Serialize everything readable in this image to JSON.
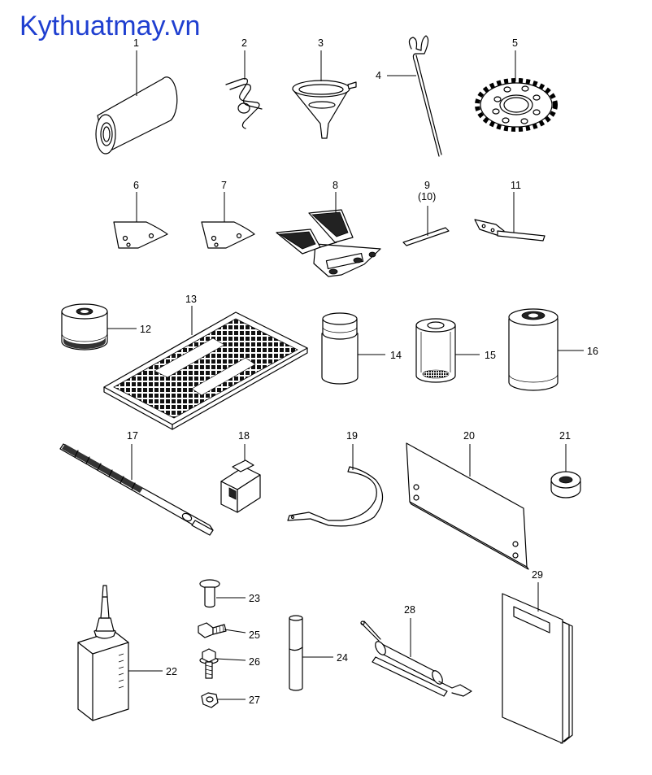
{
  "watermark": "Kythuatmay.vn",
  "colors": {
    "watermark": "#1f3fd0",
    "line": "#000000",
    "background": "#ffffff"
  },
  "labels": {
    "p1": "1",
    "p2": "2",
    "p3": "3",
    "p4": "4",
    "p5": "5",
    "p6": "6",
    "p7": "7",
    "p8": "8",
    "p9": "9",
    "p9alt": "(10)",
    "p11": "11",
    "p12": "12",
    "p13": "13",
    "p14": "14",
    "p15": "15",
    "p16": "16",
    "p17": "17",
    "p18": "18",
    "p19": "19",
    "p20": "20",
    "p21": "21",
    "p22": "22",
    "p23": "23",
    "p24": "24",
    "p25": "25",
    "p26": "26",
    "p27": "27",
    "p28": "28",
    "p29": "29"
  }
}
